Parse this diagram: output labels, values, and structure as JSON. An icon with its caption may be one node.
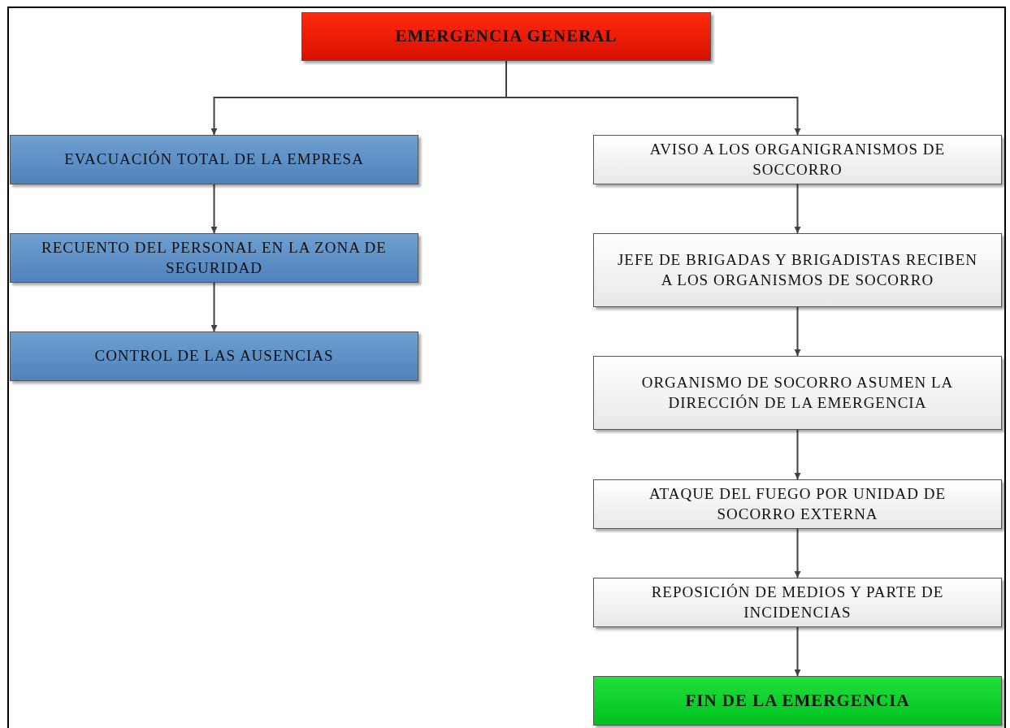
{
  "diagram": {
    "nodes": [
      {
        "text": [
          "EMERGENCIA GENERAL"
        ]
      },
      {
        "text": [
          "EVACUACIÓN TOTAL DE LA EMPRESA"
        ]
      },
      {
        "text": [
          "RECUENTO DEL PERSONAL EN LA ZONA DE SEGURIDAD"
        ]
      },
      {
        "text": [
          "CONTROL DE LAS AUSENCIAS"
        ]
      },
      {
        "text": [
          "AVISO A LOS ORGANIGRANISMOS DE SOCCORRO"
        ]
      },
      {
        "text": [
          "JEFE DE BRIGADAS Y BRIGADISTAS RECIBEN A LOS ORGANISMOS DE SOCORRO"
        ]
      },
      {
        "text": [
          "ORGANISMO DE SOCORRO ASUMEN LA DIRECCIÓN DE LA EMERGENCIA"
        ]
      },
      {
        "text": [
          "ATAQUE DEL FUEGO POR UNIDAD DE SOCORRO EXTERNA"
        ]
      },
      {
        "text": [
          "REPOSICIÓN DE MEDIOS Y PARTE DE INCIDENCIAS"
        ]
      },
      {
        "text": [
          "FIN DE LA EMERGENCIA"
        ]
      }
    ],
    "edges": [
      {
        "from": 0,
        "to": 1,
        "arrow": "to"
      },
      {
        "from": 0,
        "to": 4,
        "arrow": "to"
      },
      {
        "from": 1,
        "to": 2,
        "arrow": "to"
      },
      {
        "from": 2,
        "to": 3,
        "arrow": "to"
      },
      {
        "from": 4,
        "to": 5,
        "arrow": "to"
      },
      {
        "from": 5,
        "to": 6,
        "arrow": "to"
      },
      {
        "from": 6,
        "to": 7,
        "arrow": "to"
      },
      {
        "from": 7,
        "to": 8,
        "arrow": "to"
      },
      {
        "from": 8,
        "to": 9,
        "arrow": "to"
      }
    ]
  }
}
